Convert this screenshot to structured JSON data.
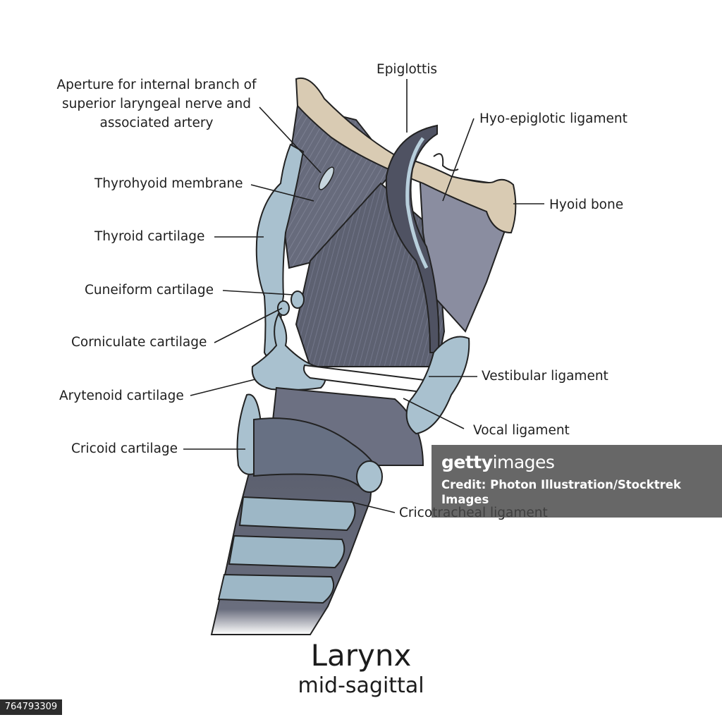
{
  "labels": {
    "aperture": [
      "Aperture for internal branch of",
      "superior laryngeal nerve and",
      "associated artery"
    ],
    "epiglottis": "Epiglottis",
    "hyo_epiglottic": "Hyo-epiglotic ligament",
    "hyoid": "Hyoid bone",
    "thyrohyoid": "Thyrohyoid membrane",
    "thyroid": "Thyroid cartilage",
    "cuneiform": "Cuneiform cartilage",
    "corniculate": "Corniculate cartilage",
    "arytenoid": "Arytenoid cartilage",
    "cricoid": "Cricoid cartilage",
    "vestibular": "Vestibular ligament",
    "vocal": "Vocal ligament",
    "cricotracheal": "Cricotracheal ligament"
  },
  "title": "Larynx",
  "subtitle": "mid-sagittal",
  "watermark": {
    "logo_bold": "getty",
    "logo_light": "images",
    "credit": "Credit: Photon Illustration/Stocktrek Images"
  },
  "stock_id": "764793309",
  "colors": {
    "cartilage": "#a9c1cf",
    "membrane": "#6e7283",
    "muscle": "#5f6373",
    "bone": "#e3d6c0",
    "trachea": "#5d6170",
    "outline": "#222222"
  }
}
